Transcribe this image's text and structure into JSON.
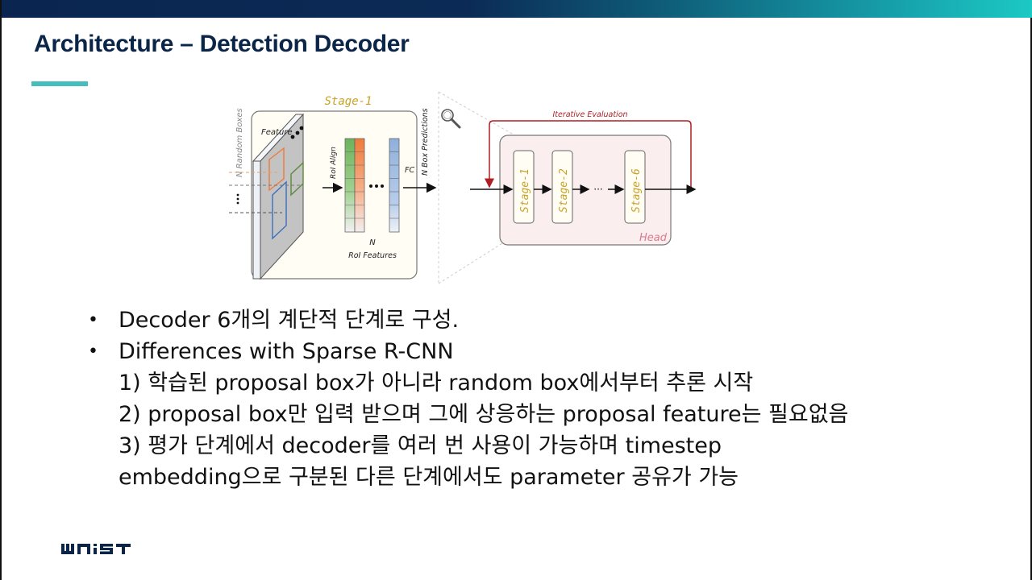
{
  "slide": {
    "title": "Architecture – Detection Decoder",
    "colors": {
      "title": "#0b2548",
      "accent_line": "#45bdbd",
      "top_bar_start": "#0a2650",
      "top_bar_end": "#1cc9c4"
    }
  },
  "diagram": {
    "stage_box_label": "Stage-1",
    "side_label_random_boxes": "N Random Boxes",
    "feature_label": "Feature",
    "roi_align_label": "RoI Align",
    "fc_label": "FC",
    "side_label_box_predictions": "N Box Predictions",
    "n_label": "N",
    "roi_features_label": "RoI Features",
    "iterative_label": "Iterative Evaluation",
    "head_label": "Head",
    "head_stages": [
      "Stage-1",
      "Stage-2",
      "Stage-6"
    ],
    "ellipsis": "···",
    "colors": {
      "stage_text": "#c9a227",
      "iterative": "#b01e23",
      "head_bg": "#fbeeee",
      "head_label": "#d97b8e",
      "green": "#6cb35a",
      "orange": "#ef7b3a",
      "blue": "#8fb0dc"
    }
  },
  "bullets": [
    {
      "text": "Decoder 6개의 계단적 단계로 구성.",
      "sub": []
    },
    {
      "text": "Differences with Sparse R-CNN",
      "sub": [
        "1) 학습된 proposal box가 아니라 random box에서부터 추론 시작",
        "2) proposal box만 입력 받으며 그에 상응하는 proposal feature는 필요없음",
        "3) 평가 단계에서 decoder를 여러 번 사용이 가능하며 timestep",
        "embedding으로 구분된 다른 단계에서도 parameter 공유가 가능"
      ]
    }
  ],
  "footer": {
    "logo_text": "UNIST"
  }
}
